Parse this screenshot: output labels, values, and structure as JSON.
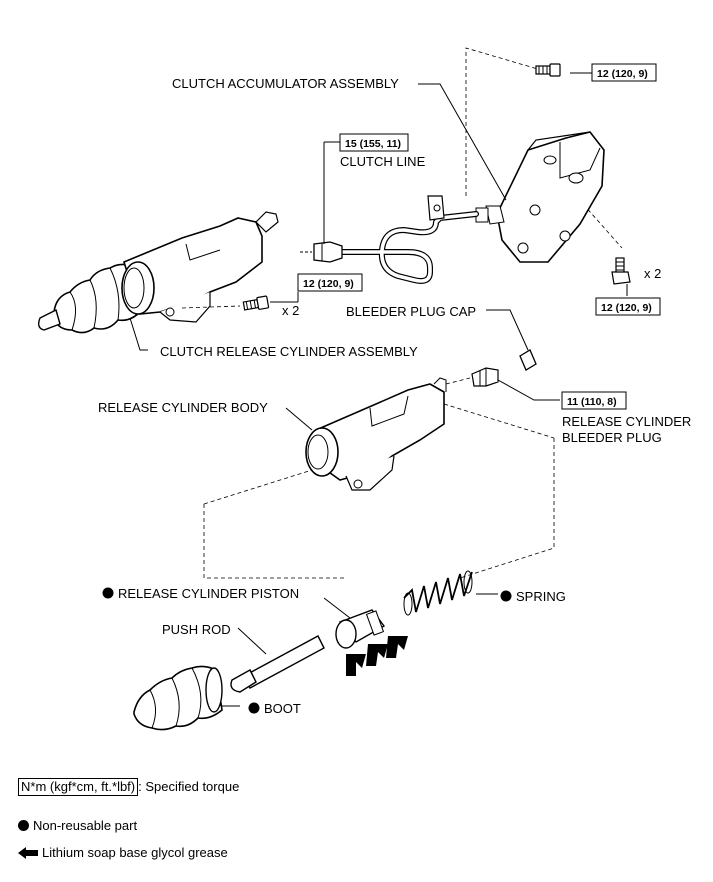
{
  "labels": {
    "clutch_accumulator_assembly": "CLUTCH ACCUMULATOR ASSEMBLY",
    "clutch_line": "CLUTCH LINE",
    "bleeder_plug_cap": "BLEEDER PLUG CAP",
    "clutch_release_cylinder_assembly": "CLUTCH RELEASE CYLINDER ASSEMBLY",
    "release_cylinder_body": "RELEASE CYLINDER BODY",
    "release_cylinder_bleeder_plug_line1": "RELEASE CYLINDER",
    "release_cylinder_bleeder_plug_line2": "BLEEDER PLUG",
    "release_cylinder_piston": "RELEASE CYLINDER PISTON",
    "spring": "SPRING",
    "push_rod": "PUSH ROD",
    "boot": "BOOT"
  },
  "torques": {
    "accumulator_top": "12 (120, 9)",
    "clutch_line": "15 (155, 11)",
    "release_cylinder_bolts": "12 (120, 9)",
    "accumulator_bottom": "12 (120, 9)",
    "bleeder_plug": "11 (110, 8)"
  },
  "quantities": {
    "accumulator_bolts": "x 2",
    "release_cylinder_bolts": "x 2"
  },
  "legend": {
    "torque_box": "N*m (kgf*cm, ft.*lbf)",
    "torque_text": ": Specified torque",
    "non_reusable": "Non-reusable part",
    "grease": "Lithium soap base glycol grease"
  }
}
